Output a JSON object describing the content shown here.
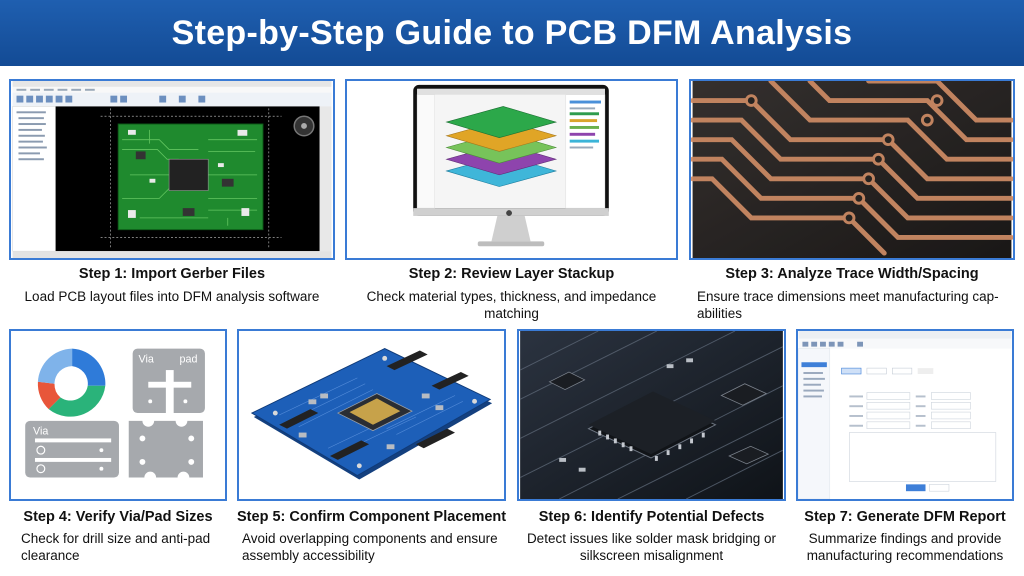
{
  "page": {
    "title": "Step-by-Step Guide to PCB DFM Analysis",
    "colors": {
      "header": "#1a56a6",
      "card_border": "#3a7bd5",
      "pcb_green": "#1f8a2e",
      "pcb_blue": "#1d5fb8"
    }
  },
  "steps": [
    {
      "title": "Step 1: Import Gerber Files",
      "desc": "Load PCB layout files into DFM analysis software",
      "image": "software-window-green-pcb"
    },
    {
      "title": "Step 2: Review Layer Stackup",
      "desc": "Check material types, thickness, and impedance matching",
      "image": "monitor-layer-stack"
    },
    {
      "title": "Step 3: Analyze Trace Width/Spacing",
      "desc": "Ensure trace dimensions meet manufacturing cap-abilities",
      "image": "copper-traces-photo"
    },
    {
      "title": "Step 4: Verify Via/Pad Sizes",
      "desc": "Check for drill size and anti-pad clearance",
      "image": "via-pad-illustration",
      "labels": {
        "via_top": "Via",
        "pad_top": "pad",
        "via_bottom": "Via"
      }
    },
    {
      "title": "Step 5: Confirm Component Placement",
      "desc": "Avoid overlapping components and ensure assembly accessibility",
      "image": "blue-pcb-render"
    },
    {
      "title": "Step 6: Identify Potential Defects",
      "desc": "Detect issues like solder mask bridging or silkscreen misalignment",
      "image": "dark-chip-closeup"
    },
    {
      "title": "Step 7: Generate DFM Report",
      "desc": "Summarize findings and provide manufacturing recommendations",
      "image": "report-form-window"
    }
  ]
}
